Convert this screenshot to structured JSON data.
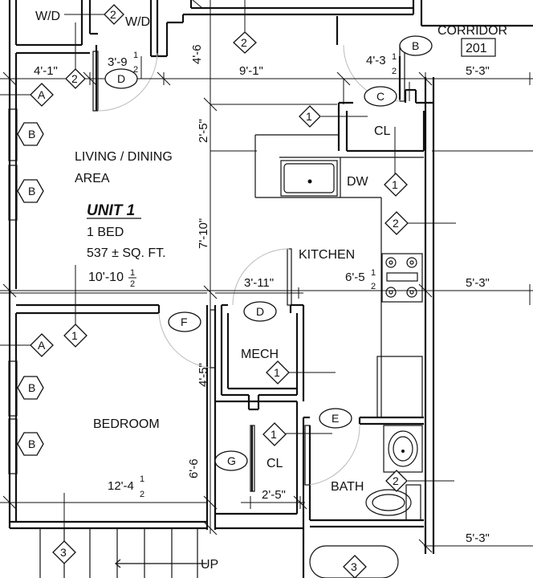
{
  "rooms": {
    "living": "LIVING / DINING",
    "living2": "AREA",
    "kitchen": "KITCHEN",
    "mech": "MECH",
    "bedroom": "BEDROOM",
    "bath": "BATH",
    "cl": "CL",
    "dw": "DW",
    "corridor": "CORRIDOR",
    "wd": "W/D"
  },
  "unit": {
    "title": "UNIT 1",
    "beds": "1 BED",
    "area": "537 ± SQ. FT.",
    "height_whole": "10'-10",
    "height_frac_num": "1",
    "height_frac_den": "2"
  },
  "corridor_number": "201",
  "stair_label": "UP",
  "dimensions": {
    "d_4_1": "4'-1\"",
    "d_3_9_whole": "3'-9",
    "d_9_1": "9'-1\"",
    "d_4_6_whole": "4'-6",
    "d_4_3_whole": "4'-3",
    "d_5_3_a": "5'-3\"",
    "d_2_5_a": "2'-5\"",
    "d_7_10": "7'-10\"",
    "d_3_11": "3'-11\"",
    "d_6_5_whole": "6'-5",
    "d_5_3_b": "5'-3\"",
    "d_4_5": "4'-5\"",
    "d_6_6_whole": "6'-6",
    "d_12_4_whole": "12'-4",
    "d_2_5_b": "2'-5\"",
    "d_5_3_c": "5'-3\"",
    "half_num": "1",
    "half_den": "2"
  },
  "tags": {
    "one": "1",
    "two": "2",
    "three": "3",
    "A": "A",
    "B": "B",
    "C": "C",
    "D": "D",
    "E": "E",
    "F": "F",
    "G": "G"
  }
}
